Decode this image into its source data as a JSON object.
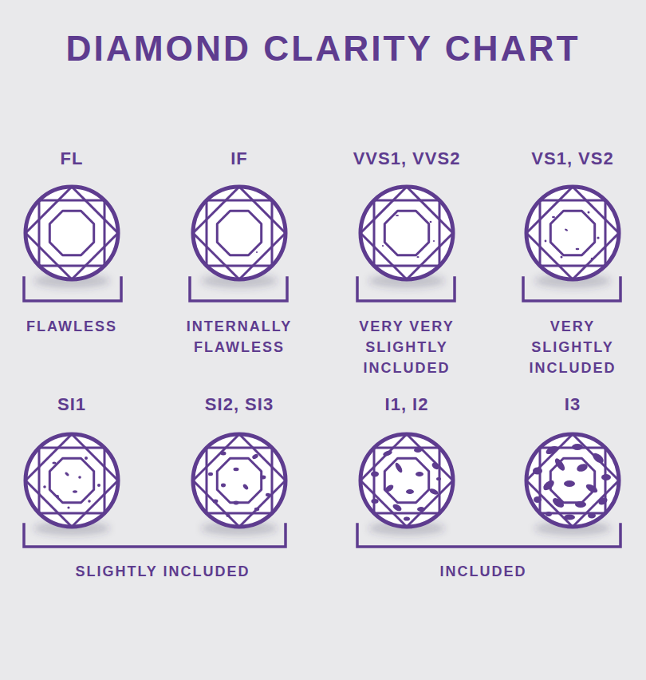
{
  "diagram": {
    "title": "DIAMOND CLARITY CHART",
    "labels": [
      "FL",
      "IF",
      "VVS1, VVS2",
      "VS1, VS2",
      "FLAWLESS",
      "INTERNALLY FLAWLESS",
      "VERY VERY SLIGHTLY INCLUDED",
      "VERY SLIGHTLY INCLUDED",
      "SI1",
      "SI2, SI3",
      "I1, I2",
      "I3",
      "SLIGHTLY INCLUDED",
      "INCLUDED"
    ]
  }
}
